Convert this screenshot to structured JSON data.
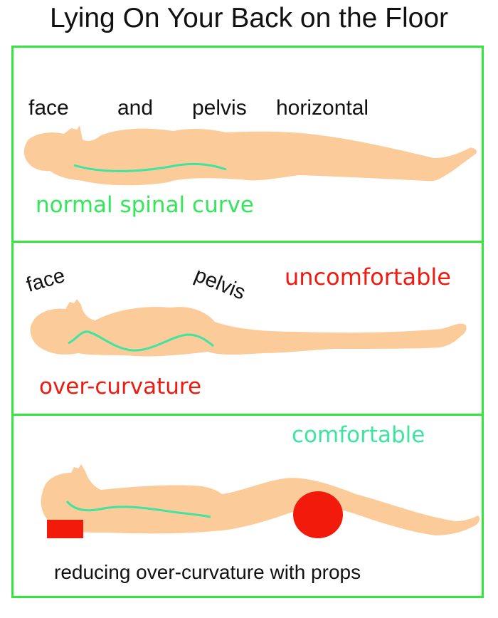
{
  "title": "Lying On Your Back on the Floor",
  "colors": {
    "frame": "#33e63a",
    "skin": "#fccb9a",
    "spine_green": "#3ee4a0",
    "positive_green": "#33e65a",
    "warning_red": "#f01a10",
    "prop_red": "#f21a0a"
  },
  "panel1": {
    "labels": {
      "face": "face",
      "and": "and",
      "pelvis": "pelvis",
      "horizontal": "horizontal"
    },
    "caption": "normal spinal curve"
  },
  "panel2": {
    "labels": {
      "face": "face",
      "pelvis": "pelvis"
    },
    "status": "uncomfortable",
    "caption": "over-curvature"
  },
  "panel3": {
    "status": "comfortable",
    "caption": "reducing over-curvature with props"
  }
}
